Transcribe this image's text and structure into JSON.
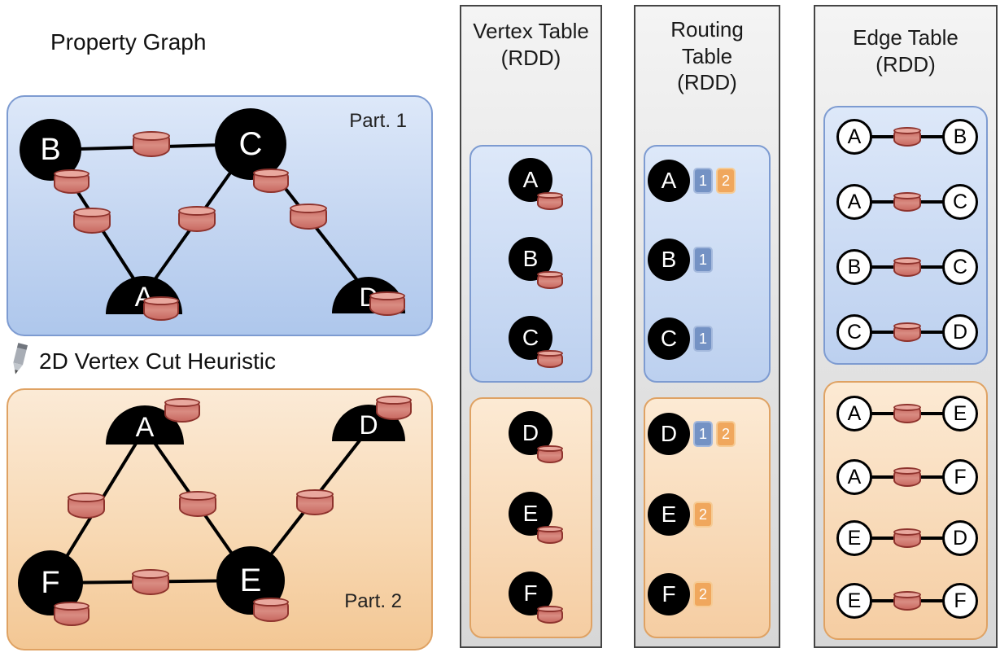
{
  "property_graph": {
    "title": "Property Graph",
    "cut_heuristic_label": "2D Vertex Cut Heuristic",
    "partition1": {
      "label": "Part. 1",
      "vertices": {
        "b": "B",
        "c": "C",
        "a": "A",
        "d": "D"
      },
      "cut_vertices": [
        "A",
        "D"
      ],
      "edges": [
        [
          "B",
          "C"
        ],
        [
          "B",
          "A"
        ],
        [
          "C",
          "A"
        ],
        [
          "C",
          "D"
        ]
      ]
    },
    "partition2": {
      "label": "Part. 2",
      "vertices": {
        "a": "A",
        "d": "D",
        "f": "F",
        "e": "E"
      },
      "cut_vertices": [
        "A",
        "D"
      ],
      "edges": [
        [
          "A",
          "F"
        ],
        [
          "A",
          "E"
        ],
        [
          "F",
          "E"
        ],
        [
          "E",
          "D"
        ]
      ]
    }
  },
  "vertex_table": {
    "title_lines": [
      "Vertex Table",
      "(RDD)"
    ],
    "partition1_vertices": [
      "A",
      "B",
      "C"
    ],
    "partition2_vertices": [
      "D",
      "E",
      "F"
    ]
  },
  "routing_table": {
    "title_lines": [
      "Routing",
      "Table",
      "(RDD)"
    ],
    "partition1_rows": [
      {
        "vertex": "A",
        "partitions": [
          "1",
          "2"
        ]
      },
      {
        "vertex": "B",
        "partitions": [
          "1"
        ]
      },
      {
        "vertex": "C",
        "partitions": [
          "1"
        ]
      }
    ],
    "partition2_rows": [
      {
        "vertex": "D",
        "partitions": [
          "1",
          "2"
        ]
      },
      {
        "vertex": "E",
        "partitions": [
          "2"
        ]
      },
      {
        "vertex": "F",
        "partitions": [
          "2"
        ]
      }
    ]
  },
  "edge_table": {
    "title_lines": [
      "Edge Table",
      "(RDD)"
    ],
    "partition1_edges": [
      [
        "A",
        "B"
      ],
      [
        "A",
        "C"
      ],
      [
        "B",
        "C"
      ],
      [
        "C",
        "D"
      ]
    ],
    "partition2_edges": [
      [
        "A",
        "E"
      ],
      [
        "A",
        "F"
      ],
      [
        "E",
        "D"
      ],
      [
        "E",
        "F"
      ]
    ]
  },
  "colors": {
    "partition1_fill": "#c3d5f1",
    "partition1_border": "#7d9bd1",
    "partition2_fill": "#f8d9b4",
    "partition2_border": "#dfa263",
    "vertex_fill": "#000000",
    "cylinder_fill": "#d98c82",
    "cylinder_border": "#8e332d",
    "badge_blue": "#7492c4",
    "badge_orange": "#f0a75d",
    "column_fill": "#e3e3e3"
  }
}
